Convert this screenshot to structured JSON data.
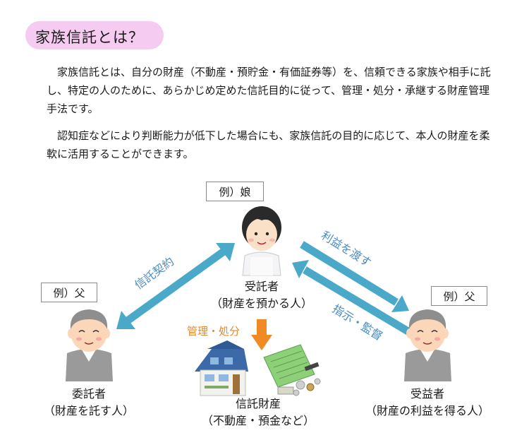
{
  "title": "家族信託とは？",
  "paragraphs": [
    "家族信託とは、自分の財産（不動産・預貯金・有価証券等）を、信頼できる家族や相手に託し、特定の人のために、あらかじめ定めた信託目的に従って、管理・処分・承継する財産管理手法です。",
    "認知症などにより判断能力が低下した場合にも、家族信託の目的に応じて、本人の財産を柔軟に活用することができます。"
  ],
  "diagram": {
    "trustee": {
      "example": "例）娘",
      "role": "受託者",
      "desc": "（財産を預かる人）"
    },
    "settlor": {
      "example": "例）父",
      "role": "委託者",
      "desc": "（財産を託す人）"
    },
    "beneficiary": {
      "example": "例）父",
      "role": "受益者",
      "desc": "（財産の利益を得る人）"
    },
    "property": {
      "name": "信託財産",
      "desc": "（不動産・預金など）"
    },
    "arrows": {
      "contract": "信託契約",
      "benefit": "利益を渡す",
      "instruction": "指示・監督",
      "manage": "管理・処分"
    }
  },
  "colors": {
    "title_bg": "#f6cbf2",
    "arrow": "#4aa8c8",
    "arrow_text": "#4a8bc4",
    "orange": "#f08a24"
  }
}
